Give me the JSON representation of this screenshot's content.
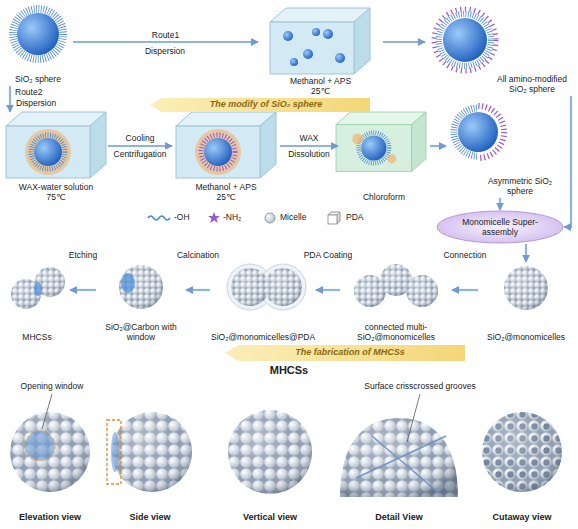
{
  "diagram": {
    "nodes": [
      {
        "text": [
          "SiO₂ sphere"
        ]
      },
      {
        "text": [
          "Methanol + APS 25℃"
        ]
      },
      {
        "text": [
          "All amino-modified SiO₂ sphere"
        ]
      },
      {
        "text": [
          "WAX-water solution 75℃"
        ]
      },
      {
        "text": [
          "Methanol + APS 25℃"
        ]
      },
      {
        "text": [
          "Chloroform"
        ]
      },
      {
        "text": [
          "Asymmetric SiO₂ sphere"
        ]
      },
      {
        "text": [
          "Monomicelle Super-assembly"
        ]
      },
      {
        "text": [
          "SiO₂@monomicelles"
        ]
      },
      {
        "text": [
          "connected multi-SiO₂@monomicelles"
        ]
      },
      {
        "text": [
          "SiO₂@monomicelles@PDA"
        ]
      },
      {
        "text": [
          "SiO₂@Carbon with window"
        ]
      },
      {
        "text": [
          "MHCSs"
        ]
      },
      {
        "text": [
          "Elevation view"
        ]
      },
      {
        "text": [
          "Side view"
        ]
      },
      {
        "text": [
          "Vertical view"
        ]
      },
      {
        "text": [
          "Detail View"
        ]
      },
      {
        "text": [
          "Cutaway view"
        ]
      }
    ],
    "edges": [
      {
        "from": 0,
        "to": 1,
        "label": "Route1",
        "arrow": "to"
      },
      {
        "from": 0,
        "to": 3,
        "label": "Route2",
        "arrow": "to"
      },
      {
        "from": 1,
        "to": 2,
        "arrow": "to"
      },
      {
        "from": 3,
        "to": 4,
        "label": "Cooling",
        "arrow": "to"
      },
      {
        "from": 4,
        "to": 5,
        "label": "WAX",
        "arrow": "to"
      },
      {
        "from": 5,
        "to": 6,
        "arrow": "to"
      },
      {
        "from": 2,
        "to": 7,
        "arrow": "to"
      },
      {
        "from": 6,
        "to": 7,
        "arrow": "to"
      },
      {
        "from": 7,
        "to": 8,
        "arrow": "to"
      },
      {
        "from": 8,
        "to": 9,
        "label": "Connection",
        "arrow": "to"
      },
      {
        "from": 9,
        "to": 10,
        "label": "PDA Coating",
        "arrow": "to"
      },
      {
        "from": 10,
        "to": 11,
        "label": "Calcination",
        "arrow": "to"
      },
      {
        "from": 11,
        "to": 12,
        "label": "Etching",
        "arrow": "to"
      }
    ],
    "labels": [
      "Dispersion",
      "Dispersion",
      "Centrifugation",
      "Dissolution",
      "The modify of SiO₂ sphere",
      "The fabrication of MHCSs",
      "MHCSs",
      "Opening window",
      "Surface crisscrossed grooves"
    ],
    "legend": [
      {
        "text": "-OH"
      },
      {
        "text": "-NH₂"
      },
      {
        "text": "Micelle"
      },
      {
        "text": "PDA"
      }
    ]
  }
}
